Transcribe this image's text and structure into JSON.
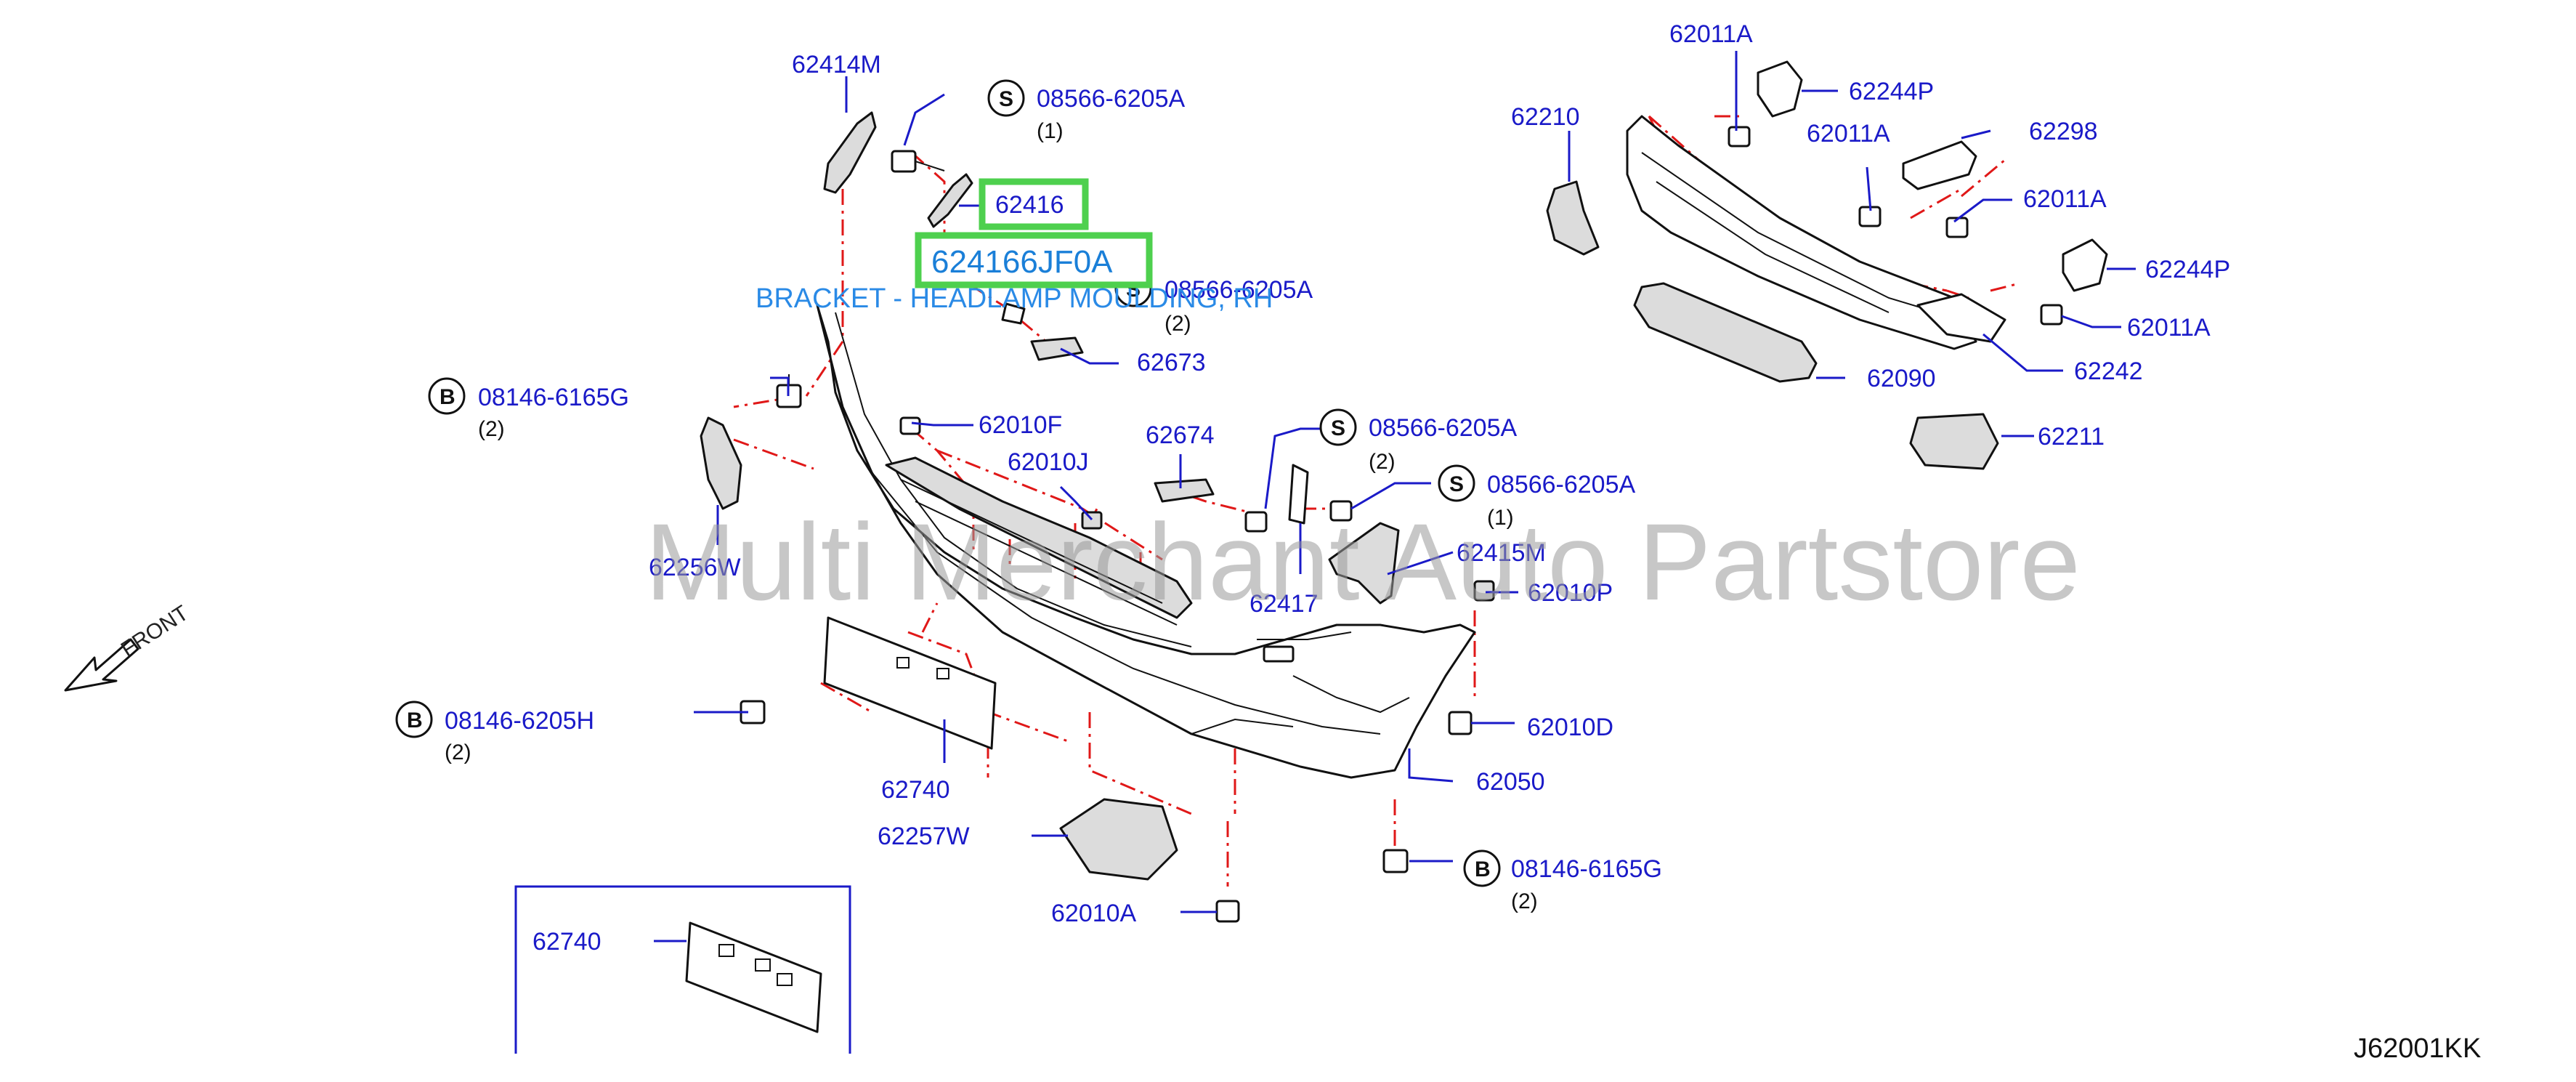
{
  "diagram": {
    "watermark": "Multi Merchant Auto Partstore",
    "figure_code": "J62001KK",
    "front_label": "FRONT",
    "highlight": {
      "part": "62416",
      "part_number": "624166JF0A",
      "description": "BRACKET - HEADLAMP MOULDING, RH"
    },
    "labels": {
      "p62414M": "62414M",
      "p08566_a": "08566-6205A",
      "q08566_a": "(1)",
      "p08566_b": "08566-6205A",
      "q08566_b": "(2)",
      "p62673": "62673",
      "p08146_a": "08146-6165G",
      "q08146_a": "(2)",
      "p62010F": "62010F",
      "p62010J": "62010J",
      "p62674": "62674",
      "p08566_c": "08566-6205A",
      "q08566_c": "(2)",
      "p08566_d": "08566-6205A",
      "q08566_d": "(1)",
      "p62415M": "62415M",
      "p62417": "62417",
      "p62010P": "62010P",
      "p62256W": "62256W",
      "p08146_b": "08146-6205H",
      "q08146_b": "(2)",
      "p62010D": "62010D",
      "p62740": "62740",
      "p62050": "62050",
      "p62257W": "62257W",
      "p08146_c": "08146-6165G",
      "q08146_c": "(2)",
      "p62010A": "62010A",
      "p62740_inset": "62740",
      "p62011A_1": "62011A",
      "p62244P_1": "62244P",
      "p62210": "62210",
      "p62011A_2": "62011A",
      "p62298": "62298",
      "p62011A_3": "62011A",
      "p62244P_2": "62244P",
      "p62011A_4": "62011A",
      "p62090": "62090",
      "p62242": "62242",
      "p62211": "62211"
    },
    "badges": {
      "screw": "S",
      "bolt": "B"
    }
  }
}
